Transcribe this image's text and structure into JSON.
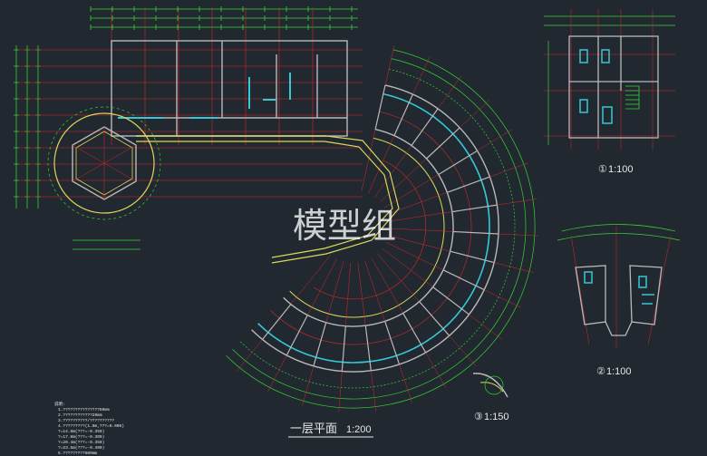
{
  "watermark": "模型组",
  "main_plan": {
    "title": "一层平面",
    "scale": "1:200"
  },
  "details": [
    {
      "id": "①",
      "scale": "1:100"
    },
    {
      "id": "②",
      "scale": "1:100"
    },
    {
      "id": "③",
      "scale": "1:150"
    }
  ],
  "notes": {
    "heading": "说明:",
    "lines": [
      "1.???????????????50mm",
      "2.????????????20mm",
      "3.??????????/??????????",
      "4.?????????(1.0m,???=0.000)",
      "   ?=14.8m(???=-0.350)",
      "   ?=17.8m(???=-0.300)",
      "   ?=20.4m(???=-0.350)",
      "   ?=23.5m(???=-0.400)",
      "5.?????????500mm"
    ]
  },
  "colors": {
    "background": "#212830",
    "dimension": "#35d335",
    "axis": "#d42a2a",
    "wall": "#b9b9b9",
    "window": "#35c8d8",
    "circle": "#d8d85a",
    "text": "#e8e8e8"
  }
}
